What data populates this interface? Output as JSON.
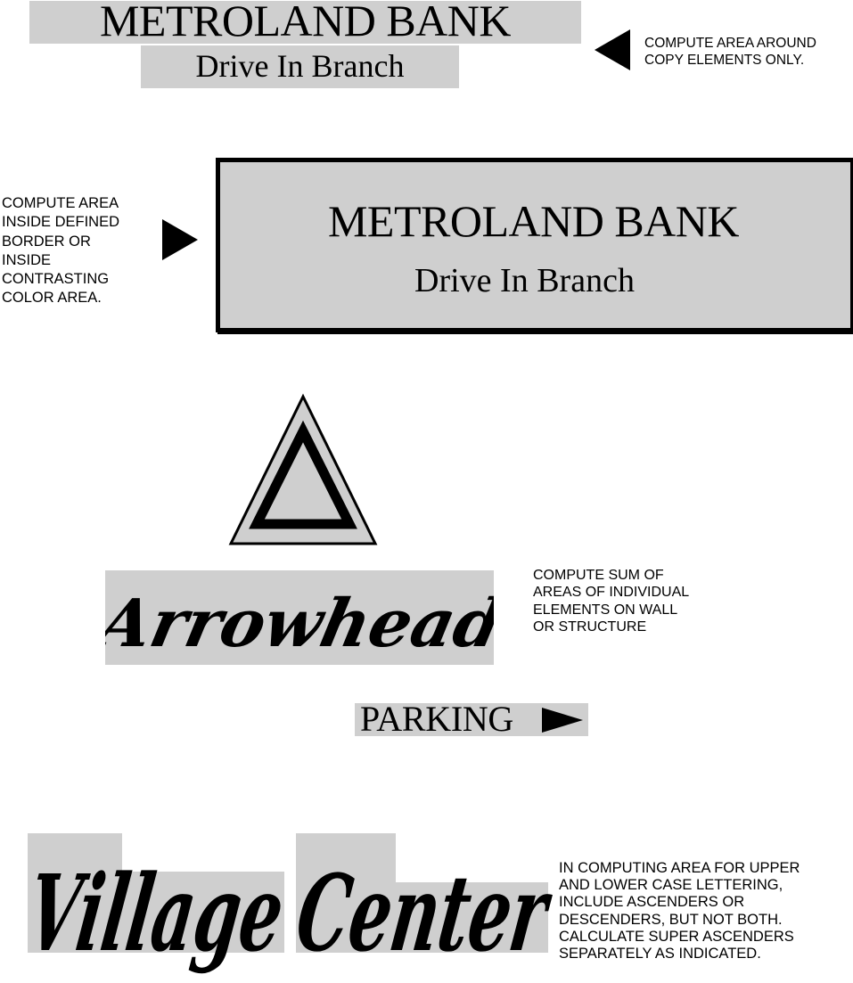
{
  "example1": {
    "title": "METROLAND BANK",
    "subtitle": "Drive In Branch",
    "note_lines": [
      "COMPUTE AREA AROUND",
      "COPY ELEMENTS ONLY."
    ]
  },
  "example2": {
    "title": "METROLAND BANK",
    "subtitle": "Drive In Branch",
    "note_lines": [
      "COMPUTE AREA",
      "INSIDE DEFINED",
      "BORDER OR",
      "INSIDE",
      "CONTRASTING",
      "COLOR AREA."
    ]
  },
  "example3": {
    "wordmark": "Arrowhead",
    "parking": "PARKING",
    "note_lines": [
      "COMPUTE SUM OF",
      "AREAS OF INDIVIDUAL",
      "ELEMENTS ON WALL",
      "OR STRUCTURE"
    ]
  },
  "example4": {
    "word1": "Village",
    "word2": "Center",
    "note_lines": [
      "IN COMPUTING AREA FOR UPPER",
      "AND LOWER CASE LETTERING,",
      "INCLUDE ASCENDERS OR",
      "DESCENDERS, BUT NOT BOTH.",
      "CALCULATE SUPER ASCENDERS",
      "SEPARATELY AS INDICATED."
    ]
  },
  "colors": {
    "measure_area_gray": "#cfcfcf",
    "ink": "#000000"
  },
  "icons": {
    "pointer_left": "triangle-left-icon",
    "pointer_right": "triangle-right-icon",
    "logo": "triangle-logo-icon",
    "parking_arrow": "arrow-right-icon"
  }
}
